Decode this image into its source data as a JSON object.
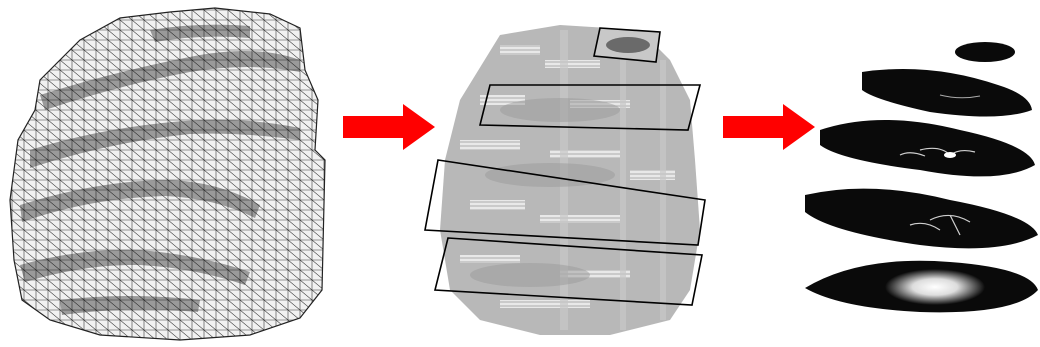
{
  "figure": {
    "stages": [
      {
        "key": "mesh",
        "icon": "triangle-mesh-surface-icon"
      },
      {
        "key": "voxel",
        "icon": "voxel-volume-with-slice-planes-icon"
      },
      {
        "key": "slices",
        "icon": "ct-slice-stack-icon"
      }
    ],
    "arrows": [
      {
        "icon": "right-arrow-icon",
        "color": "#ff0000"
      },
      {
        "icon": "right-arrow-icon",
        "color": "#ff0000"
      }
    ],
    "colors": {
      "mesh_fill": "#eeeeee",
      "mesh_line": "#222222",
      "voxel_fill": "#b8b8b8",
      "voxel_highlight": "#e6e6e6",
      "slice_plane": "#000000",
      "ct_tissue": "#0a0a0a",
      "arrow": "#ff0000"
    }
  }
}
